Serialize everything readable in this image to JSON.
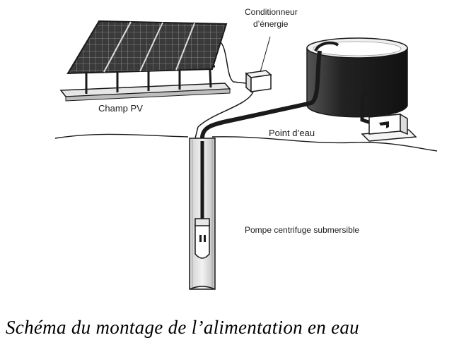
{
  "labels": {
    "champ_pv": "Champ PV",
    "conditionneur_line1": "Conditionneur",
    "conditionneur_line2": "d’énergie",
    "point_eau": "Point d’eau",
    "pompe": "Pompe centrifuge submersible"
  },
  "caption": "Schéma du montage de l’alimentation en eau",
  "colors": {
    "ink": "#1a1a1a",
    "tank_body": "#2b2b2b",
    "panel_cell": "#3a3a3a",
    "background": "#ffffff"
  }
}
